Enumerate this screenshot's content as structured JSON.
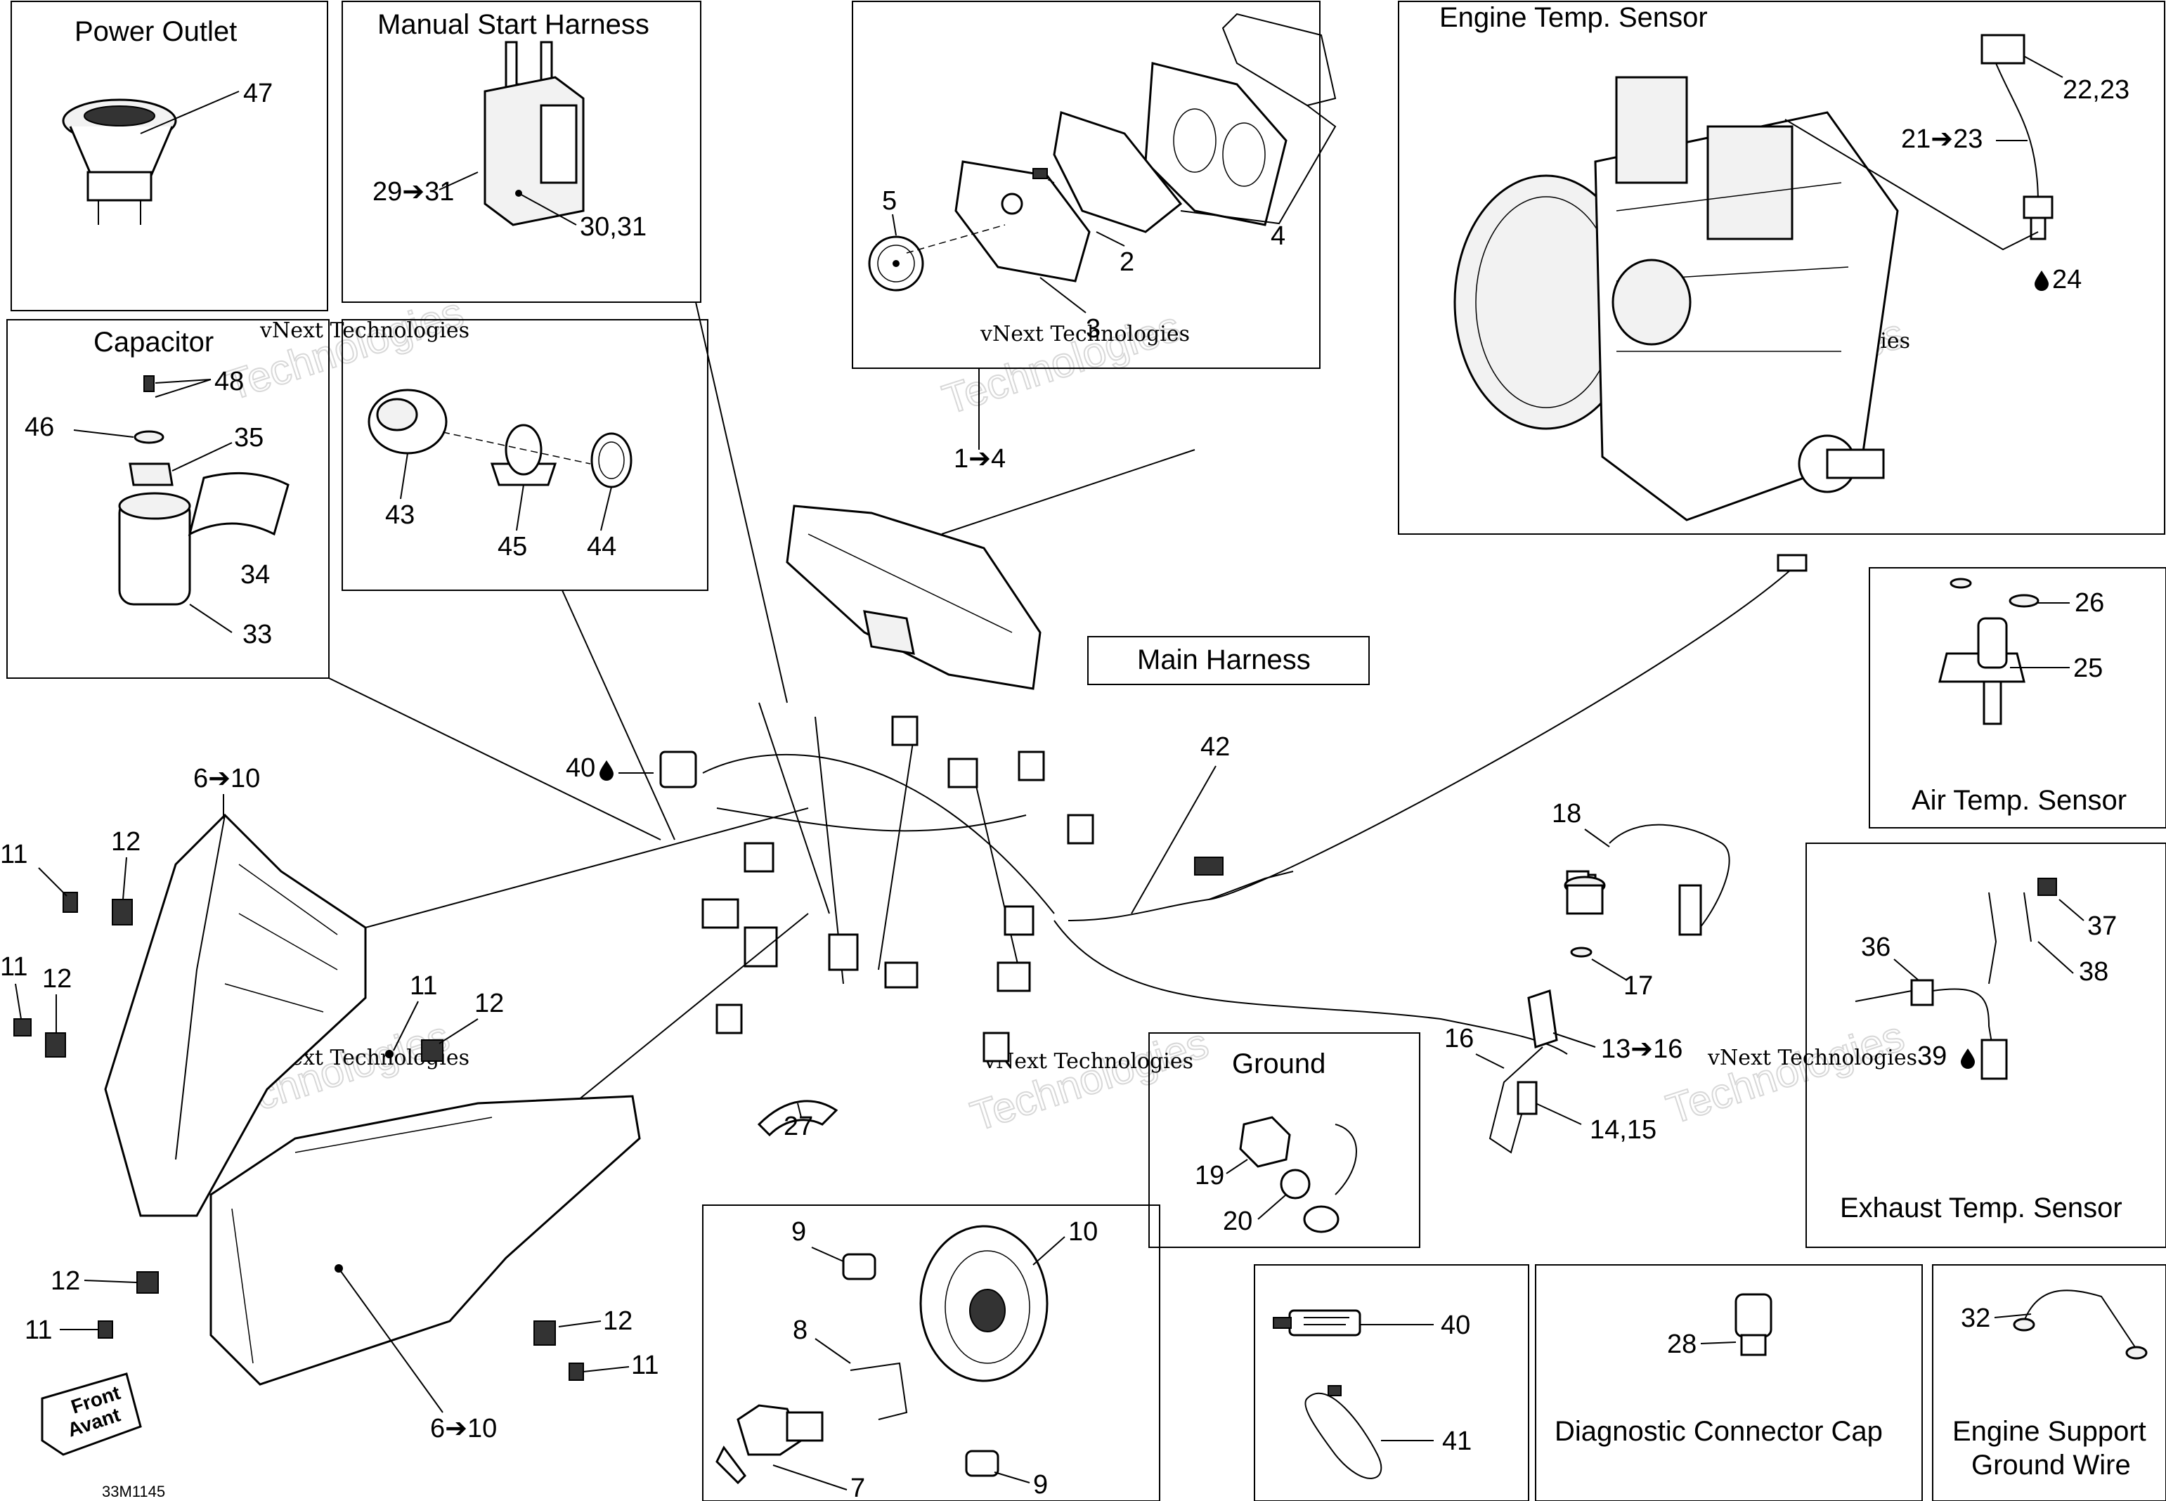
{
  "boxes": {
    "power_outlet": "Power Outlet",
    "manual_start": "Manual Start Harness",
    "capacitor": "Capacitor",
    "engine_temp": "Engine Temp. Sensor",
    "main_harness": "Main Harness",
    "air_temp": "Air Temp. Sensor",
    "exhaust_temp": "Exhaust Temp. Sensor",
    "ground": "Ground",
    "diag_cap": "Diagnostic Connector Cap",
    "ground_wire_1": "Engine Support",
    "ground_wire_2": "Ground Wire"
  },
  "callouts": {
    "c47": "47",
    "c29_31": "29➔31",
    "c30_31": "30,31",
    "c5": "5",
    "c2": "2",
    "c3": "3",
    "c4": "4",
    "c1_4": "1➔4",
    "c22_23": "22,23",
    "c21_23": "21➔23",
    "c24": "24",
    "c48": "48",
    "c46": "46",
    "c35": "35",
    "c34": "34",
    "c33": "33",
    "c43": "43",
    "c45": "45",
    "c44": "44",
    "c26": "26",
    "c25": "25",
    "c40a": "40",
    "c6_10a": "6➔10",
    "c42": "42",
    "c11a": "11",
    "c12a": "12",
    "c11b": "11",
    "c12b": "12",
    "c11c": "11",
    "c12c": "12",
    "c12d": "12",
    "c11d": "11",
    "c12e": "12",
    "c11e": "11",
    "c18": "18",
    "c17": "17",
    "c16": "16",
    "c13_16": "13➔16",
    "c14_15": "14,15",
    "c37": "37",
    "c36": "36",
    "c38": "38",
    "c39": "39",
    "c27": "27",
    "c19": "19",
    "c20": "20",
    "c9a": "9",
    "c10": "10",
    "c8": "8",
    "c7": "7",
    "c9b": "9",
    "c6_10b": "6➔10",
    "c40b": "40",
    "c41": "41",
    "c28": "28",
    "c32": "32"
  },
  "front_label": {
    "line1": "Front",
    "line2": "Avant"
  },
  "drawing_id": "33M1145",
  "watermark": {
    "small": "vNext Technologies",
    "big": "Technologies",
    "big2": "vNext"
  },
  "icons": [
    "drop-icon",
    "arrow-right-icon"
  ]
}
